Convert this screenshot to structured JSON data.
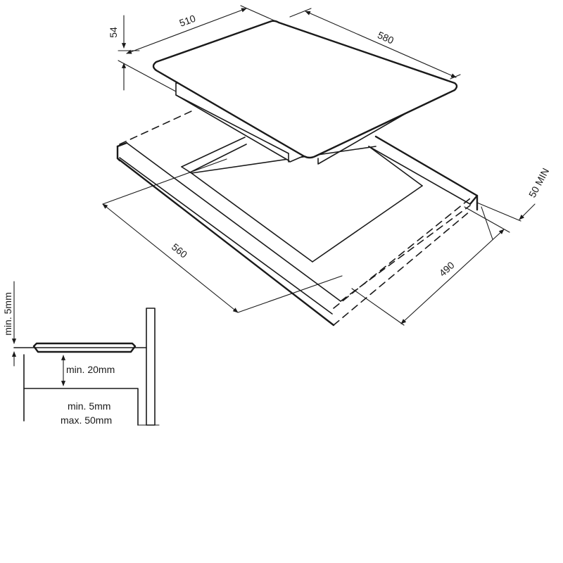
{
  "dimensions": {
    "hob_thickness": "54",
    "hob_depth": "510",
    "hob_width": "580",
    "cutout_width": "560",
    "cutout_depth": "490",
    "rear_clearance": "50 MIN"
  },
  "section_detail": {
    "gap_top": "min. 5mm",
    "gap_below": "min. 20mm",
    "worktop_thickness_min": "min. 5mm",
    "worktop_thickness_max": "max. 50mm"
  }
}
